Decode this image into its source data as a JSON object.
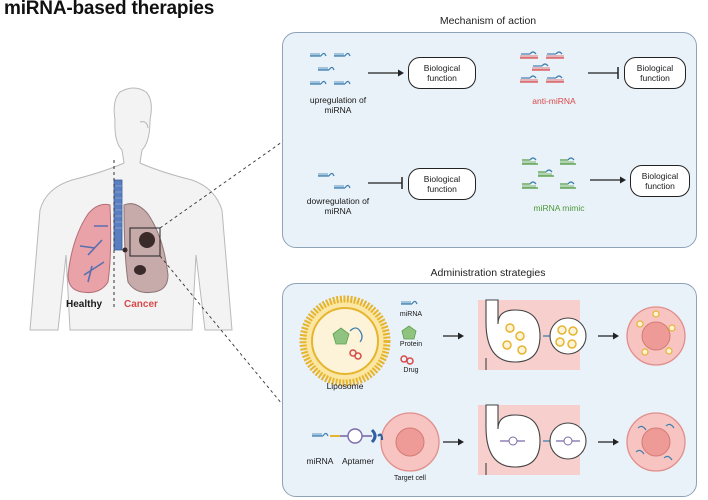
{
  "title": "miRNA-based therapies",
  "mechanism": {
    "title": "Mechanism of action",
    "upregulation_label": "upregulation of miRNA",
    "downregulation_label": "dowregulation of miRNA",
    "anti_mirna_label": "anti-miRNA",
    "mirna_mimic_label": "miRNA mimic",
    "function_label": "Biological function"
  },
  "administration": {
    "title": "Administration strategies",
    "legend_mirna": "miRNA",
    "legend_protein": "Protein",
    "legend_drug": "Drug",
    "liposome_label": "Liposome",
    "mirna_label": "miRNA",
    "aptamer_label": "Aptamer",
    "target_cell_label": "Target cell"
  },
  "body": {
    "healthy_label": "Healthy",
    "cancer_label": "Cancer"
  },
  "colors": {
    "panel_bg": "#e9f1f9",
    "cancer_red": "#d84a4a",
    "mimic_green": "#4f9a3c",
    "mirna_blue": "#3f7fb0",
    "cell_pink": "#f4b7b5"
  }
}
